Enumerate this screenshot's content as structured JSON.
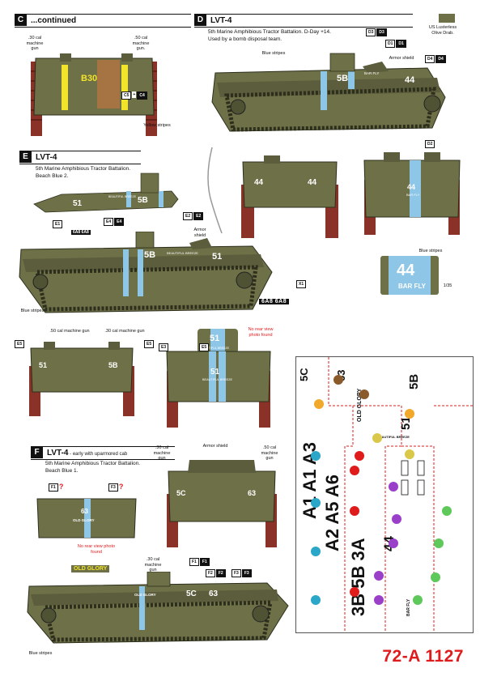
{
  "sections": {
    "c": {
      "letter": "C",
      "title": "...continued"
    },
    "d": {
      "letter": "D",
      "title": "LVT-4",
      "desc1": "5th Marine Amphibious Tractor Battalion. D-Day +14.",
      "desc2": "Used by a bomb disposal team."
    },
    "e": {
      "letter": "E",
      "title": "LVT-4",
      "desc1": "5th Marine Amphibious Tractor Battalion.",
      "desc2": "Beach Blue 2."
    },
    "f": {
      "letter": "F",
      "title": "LVT-4",
      "title_suffix": " - early with uparmored cab",
      "desc1": "5th Marine Amphibious Tractor Battalion.",
      "desc2": "Beach Blue 1."
    }
  },
  "swatch_label_1": "US Lusterless",
  "swatch_label_2": "Olive Drab.",
  "labels": {
    "mg30_c": ".30 cal machine gun",
    "mg50_c": ".50 cal machine gun.",
    "yellow_stripes": "Yellow stripes",
    "blue_stripes": "Blue stripes",
    "armor_shield": "Armor shield",
    "mg50": ".50 cal machine gun",
    "mg30": ".30 cal machine gun",
    "mg30_f": ".30 cal machine gun",
    "mg50_f": ".50 cal machine gun",
    "no_rear": "No rear view photo found",
    "scale": "1/35"
  },
  "tags": {
    "c5": "C5",
    "c4": "C4",
    "d1": "D1",
    "d2": "D2",
    "d3": "D3",
    "d4": "D4",
    "e1": "E1",
    "e2": "E2",
    "e3": "E3",
    "e4": "E4",
    "e5": "E5",
    "x1": "X1",
    "f1": "F1",
    "f2": "F2",
    "f3": "F3",
    "plus": "+"
  },
  "markings": {
    "c_hull": "B30",
    "d_side": "5B",
    "d_side2": "44",
    "d_name": "BAR FLY",
    "d_big": "44",
    "d_big_name": "BAR FLY",
    "e_num": "51",
    "e_side": "5B",
    "e_name": "BEAUTIFUL BREEZE",
    "e_plate": "6A8 6A8",
    "x_plate": "6A8 6A8",
    "f_num": "63",
    "f_name": "OLD GLORY",
    "f_side": "5C",
    "f_side2": "63"
  },
  "product_code": "72-A 1127",
  "colors": {
    "olive": "#6e7048",
    "olive_dark": "#4f5233",
    "track": "#8a3128",
    "blue": "#8ec6e8",
    "yellow": "#f2e42a",
    "red": "#e01b1b"
  }
}
